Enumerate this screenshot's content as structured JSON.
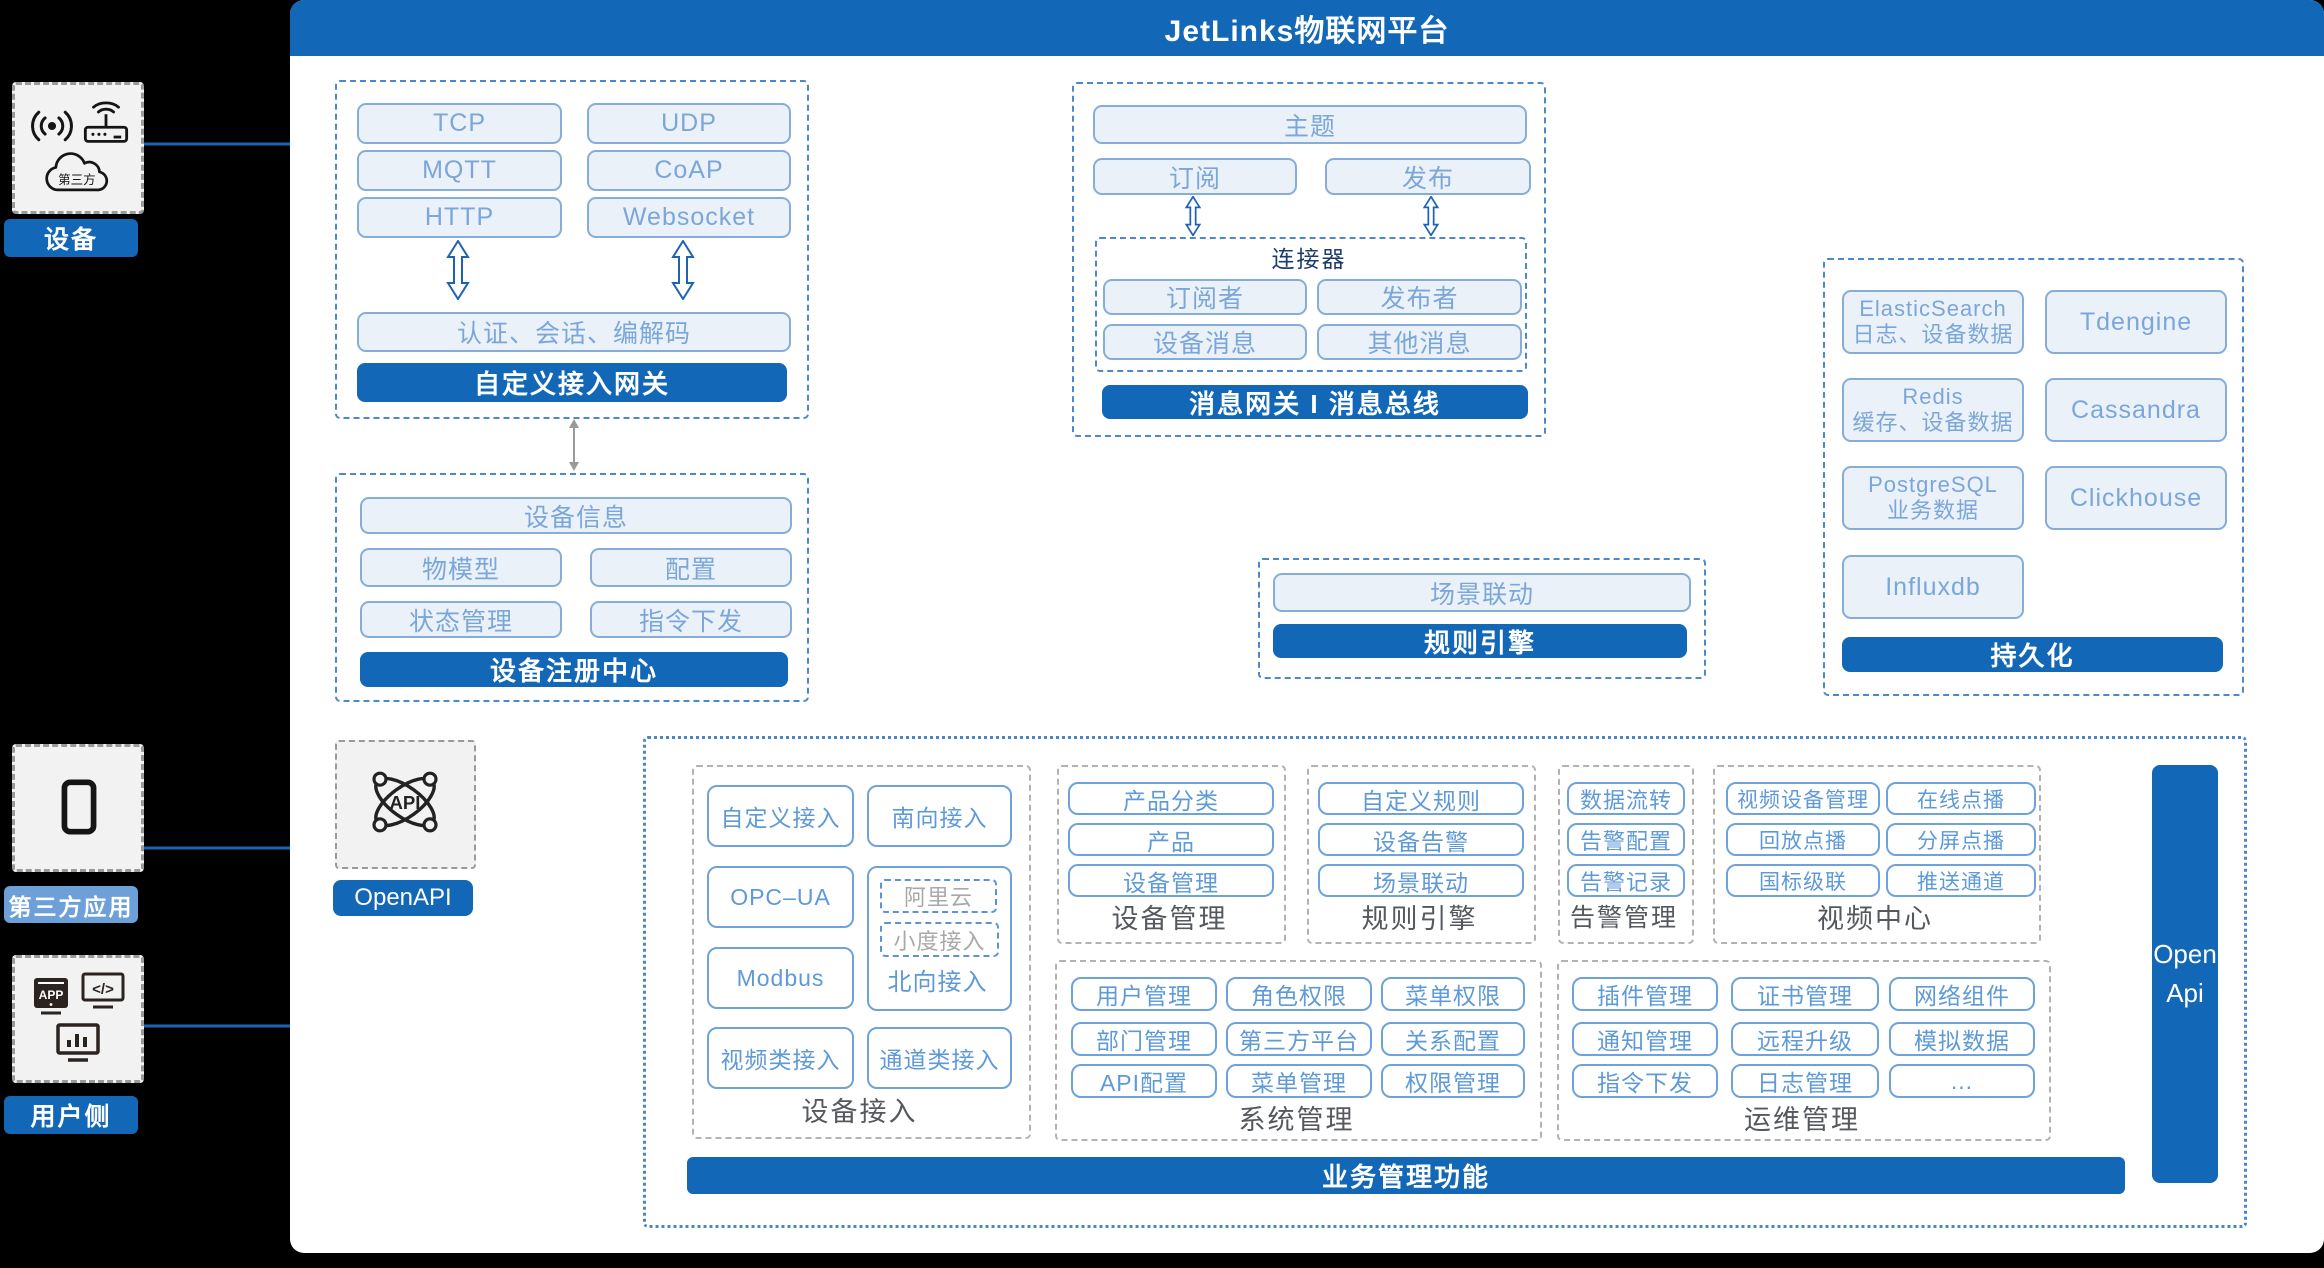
{
  "header": {
    "title": "JetLinks物联网平台"
  },
  "sidebar": {
    "device_label": "设备",
    "device_cloud_text": "第三方",
    "third_party_label": "第三方应用",
    "user_label": "用户侧",
    "user_app_text": "APP",
    "user_code_text": "</>"
  },
  "protocol": {
    "items": [
      "TCP",
      "UDP",
      "MQTT",
      "CoAP",
      "HTTP",
      "Websocket"
    ],
    "codec_bar": "认证、会话、编解码",
    "gateway_bar": "自定义接入网关"
  },
  "message": {
    "topic": "主题",
    "subscribe": "订阅",
    "publish": "发布",
    "connector_title": "连接器",
    "connector_items": [
      "订阅者",
      "发布者",
      "设备消息",
      "其他消息"
    ],
    "bus_bar": "消息网关 I 消息总线"
  },
  "persistence": {
    "es_name": "ElasticSearch",
    "es_desc": "日志、设备数据",
    "tdengine": "Tdengine",
    "redis_name": "Redis",
    "redis_desc": "缓存、设备数据",
    "cassandra": "Cassandra",
    "pg_name": "PostgreSQL",
    "pg_desc": "业务数据",
    "clickhouse": "Clickhouse",
    "influxdb": "Influxdb",
    "bar": "持久化"
  },
  "registry": {
    "items": [
      "设备信息",
      "物模型",
      "配置",
      "状态管理",
      "指令下发"
    ],
    "bar": "设备注册中心"
  },
  "rule": {
    "scene": "场景联动",
    "bar": "规则引擎"
  },
  "openapi": {
    "icon_text": "API",
    "label": "OpenAPI"
  },
  "business": {
    "device_access": {
      "caption": "设备接入",
      "custom": "自定义接入",
      "south": "南向接入",
      "opcua": "OPC–UA",
      "aliyun": "阿里云",
      "xiaodu": "小度接入",
      "north": "北向接入",
      "modbus": "Modbus",
      "video": "视频类接入",
      "channel": "通道类接入"
    },
    "device_mgmt": {
      "caption": "设备管理",
      "items": [
        "产品分类",
        "产品",
        "设备管理"
      ]
    },
    "rule_engine": {
      "caption": "规则引擎",
      "items": [
        "自定义规则",
        "设备告警",
        "场景联动"
      ]
    },
    "alarm": {
      "caption": "告警管理",
      "items": [
        "数据流转",
        "告警配置",
        "告警记录"
      ]
    },
    "video_center": {
      "caption": "视频中心",
      "items": [
        "视频设备管理",
        "在线点播",
        "回放点播",
        "分屏点播",
        "国标级联",
        "推送通道"
      ]
    },
    "system": {
      "caption": "系统管理",
      "items": [
        "用户管理",
        "角色权限",
        "菜单权限",
        "部门管理",
        "第三方平台",
        "关系配置",
        "API配置",
        "菜单管理",
        "权限管理"
      ]
    },
    "ops": {
      "caption": "运维管理",
      "items": [
        "插件管理",
        "证书管理",
        "网络组件",
        "通知管理",
        "远程升级",
        "模拟数据",
        "指令下发",
        "日志管理",
        "..."
      ]
    },
    "bar": "业务管理功能",
    "open_api_line1": "Open",
    "open_api_line2": "Api"
  },
  "colors": {
    "header_bg": "#1267b7",
    "solid_bar": "#1267b7",
    "light_fill": "#eaf1f8",
    "light_border": "#86add8",
    "light_text": "#7ba6d9",
    "arrow": "#1d63b5",
    "third_party_label_bg": "#6d9fd8",
    "dashed_blue": "#4e88cc",
    "dashed_gray": "#b2b2b2",
    "caption_text": "#55595e"
  }
}
